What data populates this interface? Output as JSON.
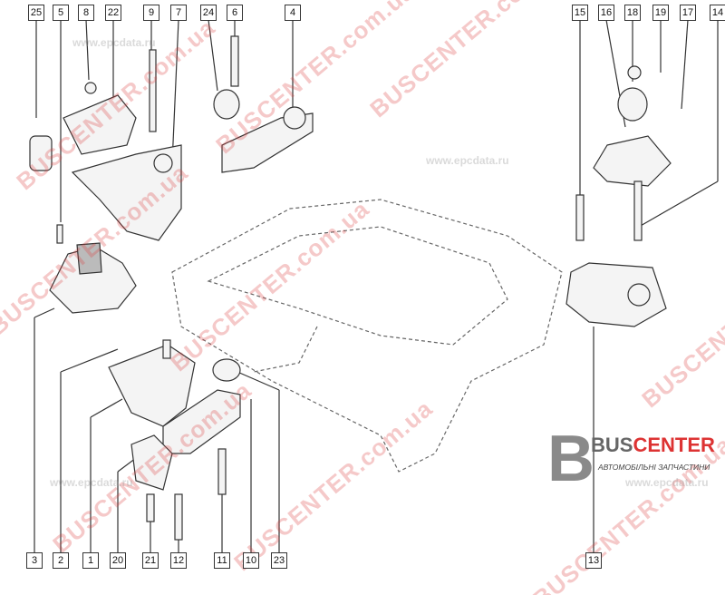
{
  "diagram": {
    "top_labels": [
      "25",
      "5",
      "8",
      "22",
      "9",
      "7",
      "24",
      "6",
      "4",
      "15",
      "16",
      "18",
      "19",
      "17",
      "14"
    ],
    "bottom_labels": [
      "3",
      "2",
      "1",
      "20",
      "21",
      "12",
      "11",
      "10",
      "23",
      "13"
    ]
  },
  "watermarks": {
    "site": "BUSCENTER.com.ua",
    "epc": "www.epcdata.ru"
  },
  "logo": {
    "letter": "B",
    "name_part1": "BUS",
    "name_part2": "CENTER",
    "tagline": "АВТОМОБІЛЬНІ ЗАПЧАСТИНИ"
  },
  "colors": {
    "accent": "#d33333",
    "line": "#333333"
  }
}
